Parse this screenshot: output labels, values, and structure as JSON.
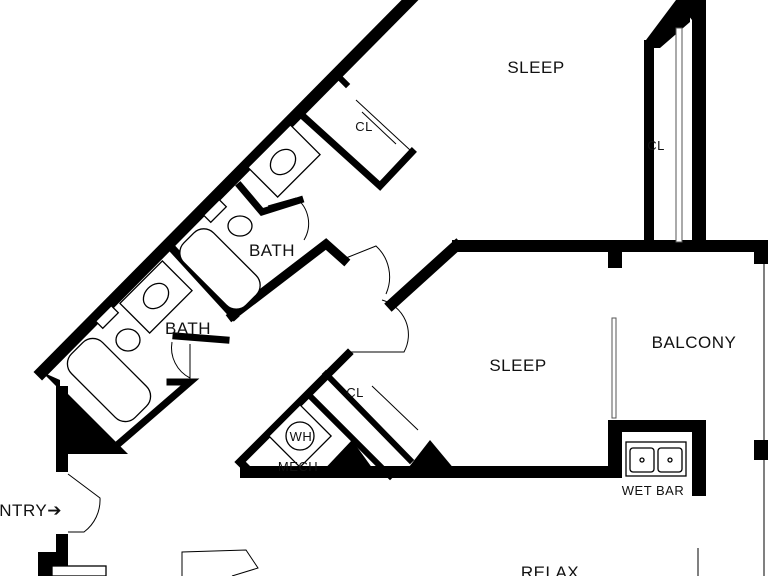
{
  "rooms": {
    "sleep_1": "SLEEP",
    "sleep_2": "SLEEP",
    "bath_1": "BATH",
    "bath_2": "BATH",
    "closet_1": "CL",
    "closet_2": "CL",
    "closet_3": "CL",
    "balcony": "BALCONY",
    "mech": "MECH",
    "water_heater": "WH",
    "wet_bar": "WET BAR",
    "relax": "RELAX"
  },
  "entry": {
    "label": "ENTRY",
    "arrow": "➔"
  },
  "colors": {
    "wall": "#000000",
    "background": "#ffffff"
  }
}
